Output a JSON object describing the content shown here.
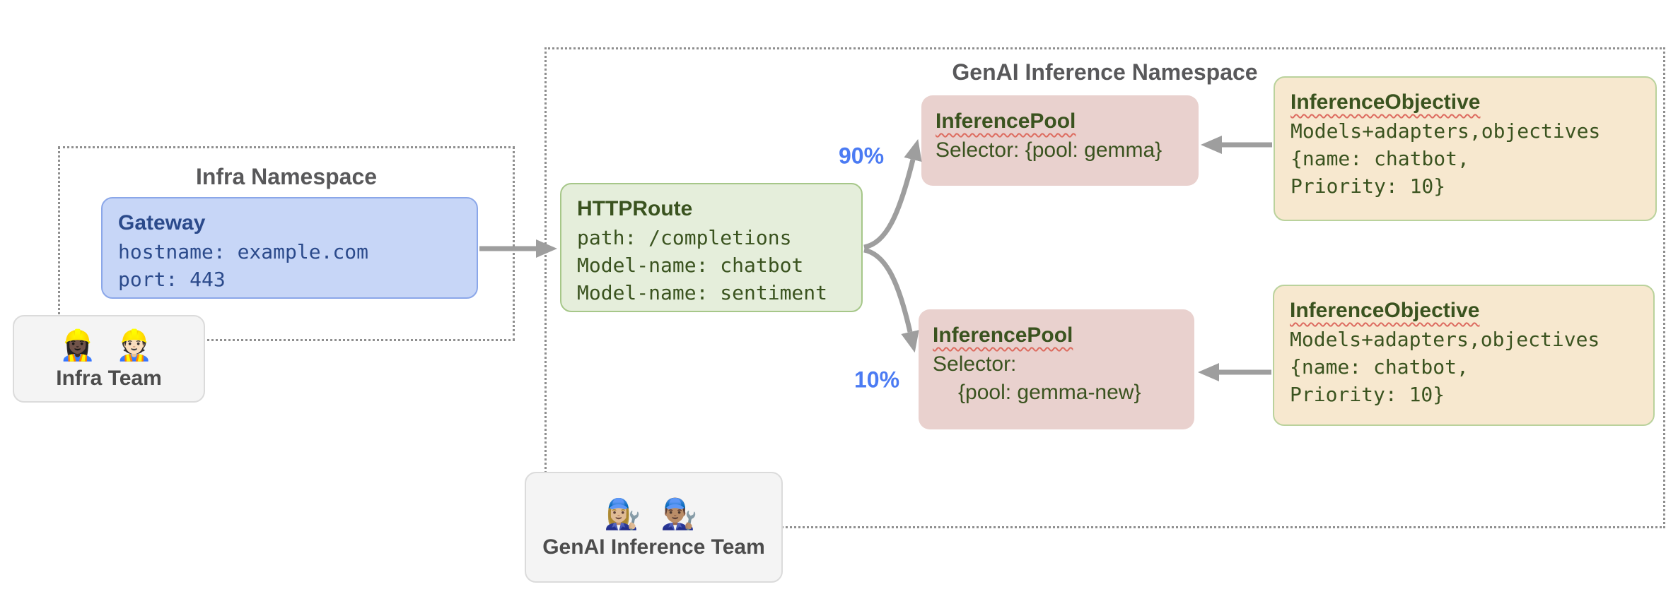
{
  "namespaces": {
    "infra": {
      "title": "Infra Namespace"
    },
    "genai": {
      "title": "GenAI Inference Namespace"
    }
  },
  "nodes": {
    "gateway": {
      "title": "Gateway",
      "lines": [
        "hostname: example.com",
        "port: 443"
      ]
    },
    "httproute": {
      "title": "HTTPRoute",
      "lines": [
        "path: /completions",
        "Model-name: chatbot",
        "Model-name: sentiment"
      ]
    },
    "pool_top": {
      "title": "InferencePool",
      "lines": [
        "Selector: {pool: gemma}"
      ]
    },
    "pool_bottom": {
      "title": "InferencePool",
      "lines": [
        "Selector:",
        "{pool: gemma-new}"
      ]
    },
    "objective_top": {
      "title": "InferenceObjective",
      "lines": [
        "Models+adapters,objectives",
        "{name: chatbot,",
        "Priority: 10}"
      ]
    },
    "objective_bottom": {
      "title": "InferenceObjective",
      "lines": [
        "Models+adapters,objectives",
        "{name: chatbot,",
        "Priority: 10}"
      ]
    }
  },
  "teams": {
    "infra": {
      "label": "Infra Team",
      "icons": "👷🏿‍♀️ 👷🏻"
    },
    "genai": {
      "label": "GenAI Inference Team",
      "icons": "👩🏼‍🔧 👨🏽‍🔧"
    }
  },
  "edges": {
    "split_top_label": "90%",
    "split_bottom_label": "10%"
  },
  "colors": {
    "gateway_fill": "#c7d6f7",
    "gateway_border": "#8ba7e9",
    "gateway_text": "#2b4a8b",
    "httproute_fill": "#e5eedb",
    "httproute_border": "#a6c789",
    "pool_fill": "#e9d1ce",
    "objective_fill": "#f7e8cf",
    "objective_border": "#bad29c",
    "green_text": "#3a531f",
    "team_fill": "#f4f4f4",
    "team_text": "#4c4c4c",
    "namespace_text": "#58585a",
    "arrow_gray": "#9e9e9e",
    "percent_blue": "#4b7bf3",
    "squiggle_red": "#dd6c60"
  }
}
